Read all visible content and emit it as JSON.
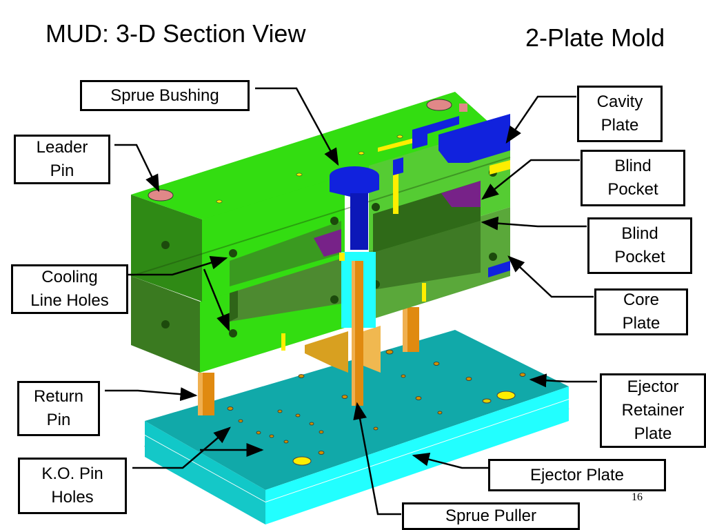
{
  "slide": {
    "title_left": "MUD: 3-D Section View",
    "title_right": "2-Plate Mold",
    "page_number": "16"
  },
  "labels": {
    "sprue_bushing": "Sprue Bushing",
    "cavity_plate": "Cavity\nPlate",
    "leader_pin": "Leader\nPin",
    "blind_pocket_top": "Blind\nPocket",
    "blind_pocket_bottom": "Blind\nPocket",
    "cooling_line_holes": "Cooling\nLine Holes",
    "core_plate": "Core\nPlate",
    "return_pin": "Return\nPin",
    "ejector_retainer_plate": "Ejector\nRetainer\nPlate",
    "ko_pin_holes": "K.O. Pin\nHoles",
    "ejector_plate": "Ejector Plate",
    "sprue_puller": "Sprue Puller"
  },
  "colors": {
    "cavity_plate": "#33dd11",
    "core_plate": "#449922",
    "sprue_bushing": "#1122dd",
    "ejector_plates": "#11a9a9",
    "ejector_plate_edge": "#22ffff",
    "pins": "#e08a10",
    "yellow_parts": "#ffee00",
    "pocket_purple": "#772288",
    "leader_pin_top": "#e08888"
  }
}
